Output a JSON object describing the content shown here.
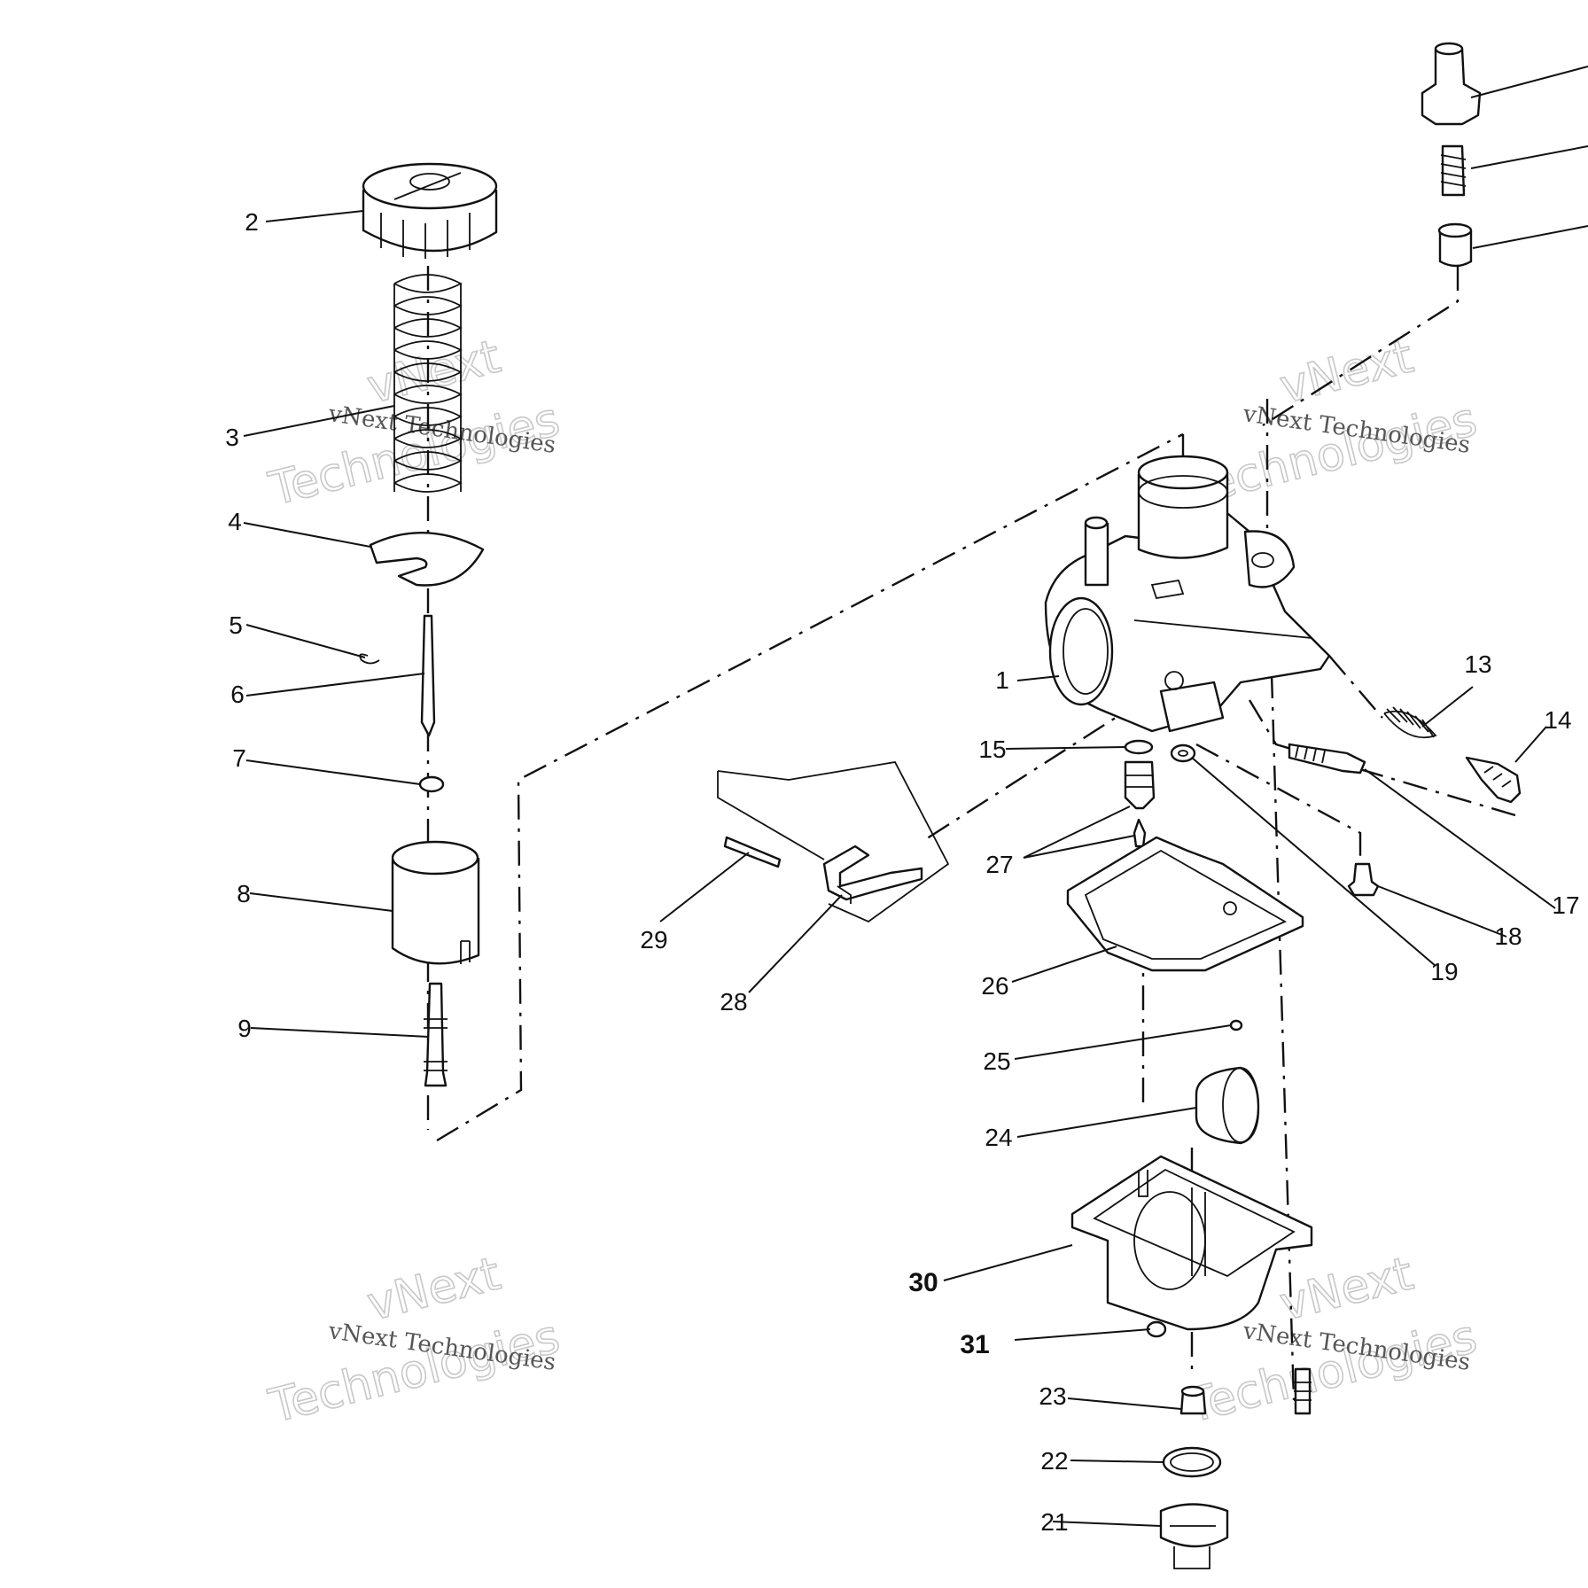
{
  "watermark": {
    "big_line1": "vNext",
    "big_line2": "Technologies",
    "small": "vNext Technologies"
  },
  "callouts": [
    {
      "id": "1",
      "bold": false
    },
    {
      "id": "2",
      "bold": false
    },
    {
      "id": "3",
      "bold": false
    },
    {
      "id": "4",
      "bold": false
    },
    {
      "id": "5",
      "bold": false
    },
    {
      "id": "6",
      "bold": false
    },
    {
      "id": "7",
      "bold": false
    },
    {
      "id": "8",
      "bold": false
    },
    {
      "id": "9",
      "bold": false
    },
    {
      "id": "13",
      "bold": false
    },
    {
      "id": "14",
      "bold": false
    },
    {
      "id": "15",
      "bold": false
    },
    {
      "id": "17",
      "bold": false
    },
    {
      "id": "18",
      "bold": false
    },
    {
      "id": "19",
      "bold": false
    },
    {
      "id": "21",
      "bold": false
    },
    {
      "id": "22",
      "bold": false
    },
    {
      "id": "23",
      "bold": false
    },
    {
      "id": "24",
      "bold": false
    },
    {
      "id": "25",
      "bold": false
    },
    {
      "id": "26",
      "bold": false
    },
    {
      "id": "27",
      "bold": false
    },
    {
      "id": "28",
      "bold": false
    },
    {
      "id": "29",
      "bold": false
    },
    {
      "id": "30",
      "bold": true
    },
    {
      "id": "31",
      "bold": true
    }
  ]
}
